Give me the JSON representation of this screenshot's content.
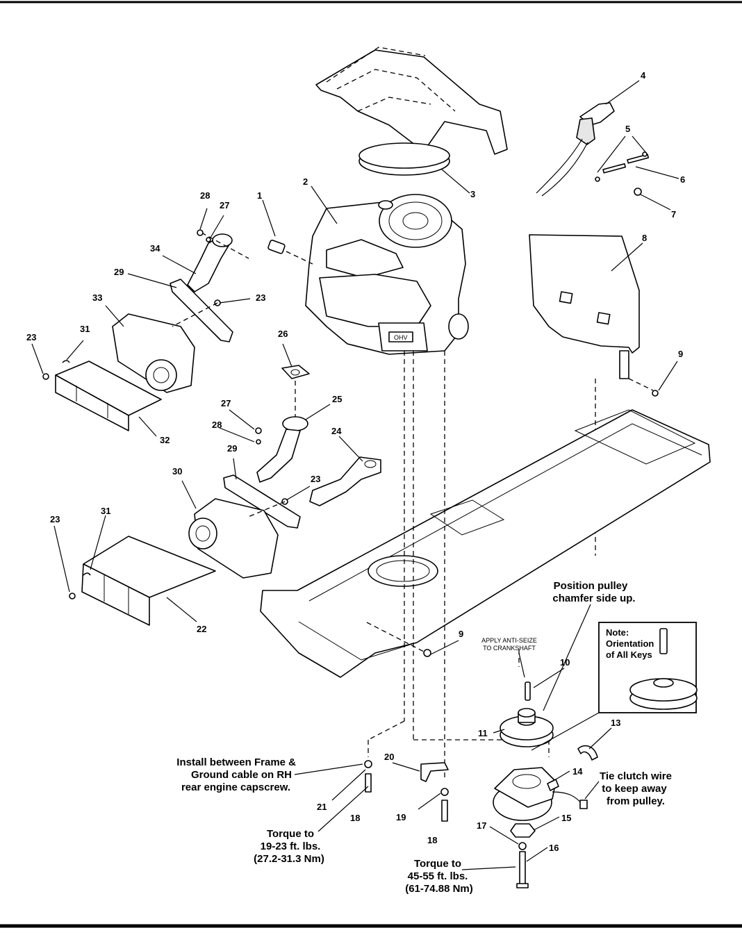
{
  "callouts": {
    "c1": "1",
    "c2": "2",
    "c3": "3",
    "c4": "4",
    "c5": "5",
    "c6": "6",
    "c7": "7",
    "c8": "8",
    "c9a": "9",
    "c9b": "9",
    "c10": "10",
    "c11": "11",
    "c13": "13",
    "c14": "14",
    "c15": "15",
    "c16": "16",
    "c17": "17",
    "c18a": "18",
    "c18b": "18",
    "c19": "19",
    "c20": "20",
    "c21": "21",
    "c22": "22",
    "c23a": "23",
    "c23b": "23",
    "c23c": "23",
    "c23d": "23",
    "c24": "24",
    "c25": "25",
    "c26": "26",
    "c27a": "27",
    "c27b": "27",
    "c28a": "28",
    "c28b": "28",
    "c29a": "29",
    "c29b": "29",
    "c30": "30",
    "c31a": "31",
    "c31b": "31",
    "c32": "32",
    "c33": "33",
    "c34": "34"
  },
  "notes": {
    "pulley_1": "Position pulley",
    "pulley_2": "chamfer side up.",
    "antiseize_1": "APPLY ANTI-SEIZE",
    "antiseize_2": "TO CRANKSHAFT",
    "keys_1": "Note:",
    "keys_2": "Orientation",
    "keys_3": "of All Keys",
    "install_1": "Install between Frame &",
    "install_2": "Ground cable on RH",
    "install_3": "rear engine capscrew.",
    "torque1_1": "Torque to",
    "torque1_2": "19-23 ft. lbs.",
    "torque1_3": "(27.2-31.3 Nm)",
    "torque2_1": "Torque to",
    "torque2_2": "45-55 ft. lbs.",
    "torque2_3": "(61-74.88 Nm)",
    "clutch_1": "Tie clutch wire",
    "clutch_2": "to keep away",
    "clutch_3": "from pulley.",
    "engine_badge": "OHV"
  }
}
